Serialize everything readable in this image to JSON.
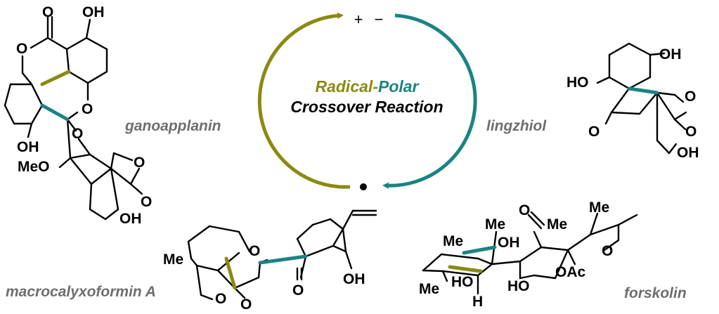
{
  "colors": {
    "radical": "#8a8a12",
    "polar": "#1a8384",
    "compound_name": "#6e6e6e",
    "ink": "#000000"
  },
  "center": {
    "title_radical": "Radical",
    "title_dash": "-",
    "title_polar": "Polar",
    "subtitle": "Crossover Reaction",
    "charge_plus": "+",
    "charge_minus": "−",
    "radical_dot": "•"
  },
  "compounds": {
    "ganoapplanin": {
      "name": "ganoapplanin",
      "atoms": {
        "carbonyl_o": "O",
        "oh_top": "OH",
        "lactone_o": "O",
        "ether_o": "O",
        "spiro_o": "O",
        "oh_bottom": "OH",
        "meo": "MeO",
        "lactone2_o": "O",
        "lactone2_co": "O",
        "oh_ring": "OH"
      }
    },
    "lingzhiol": {
      "name": "lingzhiol",
      "atoms": {
        "oh_top": "OH",
        "ho_left": "HO",
        "lactone_o": "O",
        "ketone_o": "O",
        "lactone_co": "O",
        "oh_bottom": "OH"
      }
    },
    "macrocalyxoformin": {
      "name": "macrocalyxoformin A",
      "atoms": {
        "me": "Me",
        "ring_o": "O",
        "ketone_o": "O",
        "oh": "OH",
        "ketal_o1": "O",
        "ketal_o2": "O"
      }
    },
    "forskolin": {
      "name": "forskolin",
      "atoms": {
        "ketone_o": "O",
        "me_top_right": "Me",
        "me_mid": "Me",
        "me_left": "Me",
        "oh_top": "OH",
        "me_ring": "Me",
        "ring_o": "O",
        "oac": "OAc",
        "me_bottom_left": "Me",
        "ho_left": "HO",
        "ho_mid": "HO",
        "h": "H"
      }
    }
  }
}
